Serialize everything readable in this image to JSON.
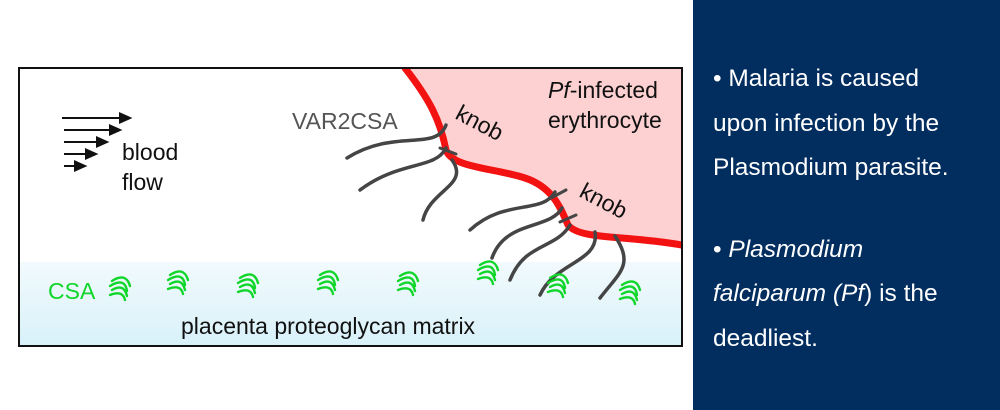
{
  "diagram": {
    "blood_flow_line1": "blood",
    "blood_flow_line2": "flow",
    "var2csa_label": "VAR2CSA",
    "knob_label_1": "knob",
    "knob_label_2": "knob",
    "infected_prefix": "Pf",
    "infected_suffix": "-infected",
    "infected_line2": "erythrocyte",
    "csa_label": "CSA",
    "matrix_label": "placenta proteoglycan matrix",
    "colors": {
      "cell_fill": "#fdd1d1",
      "membrane": "#f21212",
      "csa": "#10d62a",
      "var2csa": "#454545",
      "matrix_top": "#f2fafd",
      "matrix_bottom": "#d8f1f9",
      "label_gray": "#555555"
    }
  },
  "panel": {
    "background": "#022d5f",
    "bullet1_l1": "• Malaria is caused",
    "bullet1_l2": "upon infection by the",
    "bullet1_l3": "Plasmodium parasite.",
    "bullet2_l1_mark": "• ",
    "bullet2_l1": "Plasmodium",
    "bullet2_l2_a": "falciparum (",
    "bullet2_l2_b": "Pf",
    "bullet2_l2_c": ") is the",
    "bullet2_l3": "deadliest."
  }
}
